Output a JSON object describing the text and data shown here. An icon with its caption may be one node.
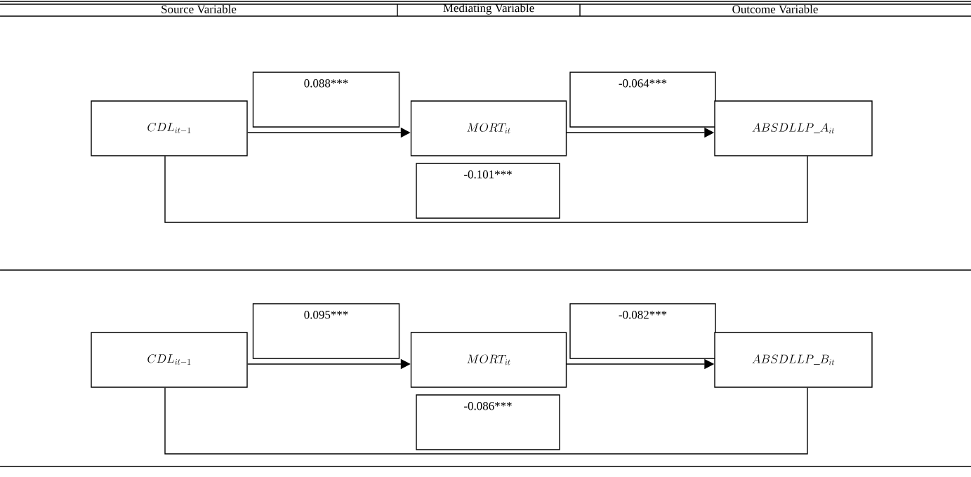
{
  "diagram": {
    "nodes": [
      {
        "text": [
          "0.088***"
        ]
      },
      {
        "text": [
          "-0.064***"
        ]
      },
      {
        "text": [
          "CDL_{it-1}"
        ]
      },
      {
        "text": [
          "MORT_{it}"
        ]
      },
      {
        "text": [
          "ABSDLLP\\_A_{it}"
        ]
      },
      {
        "text": [
          "-0.101***"
        ]
      },
      {
        "text": [
          "0.095***"
        ]
      },
      {
        "text": [
          "-0.082***"
        ]
      },
      {
        "text": [
          "CDL_{it-1}"
        ]
      },
      {
        "text": [
          "MORT_{it}"
        ]
      },
      {
        "text": [
          "ABSDLLP\\_B_{it}"
        ]
      },
      {
        "text": [
          "-0.086***"
        ]
      }
    ],
    "edges": [
      {
        "from": 2,
        "to": 3,
        "arrow": "to"
      },
      {
        "from": 3,
        "to": 4,
        "arrow": "to"
      },
      {
        "from": 2,
        "to": 4,
        "arrow": "none"
      },
      {
        "from": 8,
        "to": 9,
        "arrow": "to"
      },
      {
        "from": 9,
        "to": 10,
        "arrow": "to"
      },
      {
        "from": 8,
        "to": 10,
        "arrow": "none"
      }
    ],
    "labels": [
      "Source Variable",
      "Mediating Variable",
      "Outcome Variable"
    ]
  }
}
